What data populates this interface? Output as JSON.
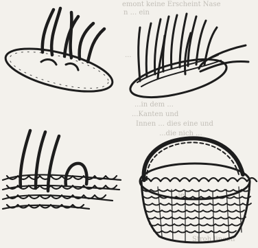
{
  "background_text": [
    "emont keine Erscheint Nase",
    "n ... ein",
    "...",
    "...in dem ...",
    "...Kanten und",
    "Innen ... dies eine und",
    "...die nich ...",
    "...ie",
    "...",
    "...",
    "Stroh lineen"
  ],
  "panels": [
    {
      "name": "oval-base-with-spokes"
    },
    {
      "name": "base-with-upright-stakes"
    },
    {
      "name": "weaving-rows-detail"
    },
    {
      "name": "finished-basket"
    }
  ]
}
